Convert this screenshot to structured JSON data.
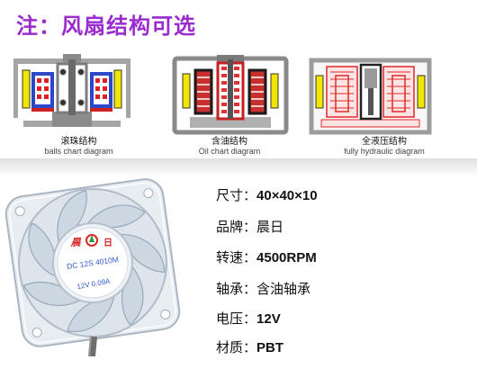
{
  "title": {
    "text": "注：风扇结构可选",
    "color": "#9a2ccf"
  },
  "diagrams": [
    {
      "cn": "滚珠结构",
      "en": "balls chart diagram"
    },
    {
      "cn": "含油结构",
      "en": "Oil chart diagram"
    },
    {
      "cn": "全液压结构",
      "en": "fully hydraulic diagram"
    }
  ],
  "product_label": {
    "logo_left": "晨",
    "logo_right": "日",
    "model": "DC 12S 4010M",
    "rating": "12V 0.09A",
    "text_color": "#2e5bd0",
    "logo_color": "#d62a2a"
  },
  "specs": [
    {
      "label": "尺寸：",
      "value": "40×40×10"
    },
    {
      "label": "品牌：",
      "value": "晨日"
    },
    {
      "label": "转速：",
      "value": "4500RPM"
    },
    {
      "label": "轴承：",
      "value": "含油轴承"
    },
    {
      "label": "电压：",
      "value": "12V"
    },
    {
      "label": "材质：",
      "value": "PBT"
    }
  ],
  "colors": {
    "magnet": "#f2e600",
    "coil_blue": "#2a48c8",
    "accent_red": "#e02828",
    "housing_gray": "#a5a5a5"
  }
}
